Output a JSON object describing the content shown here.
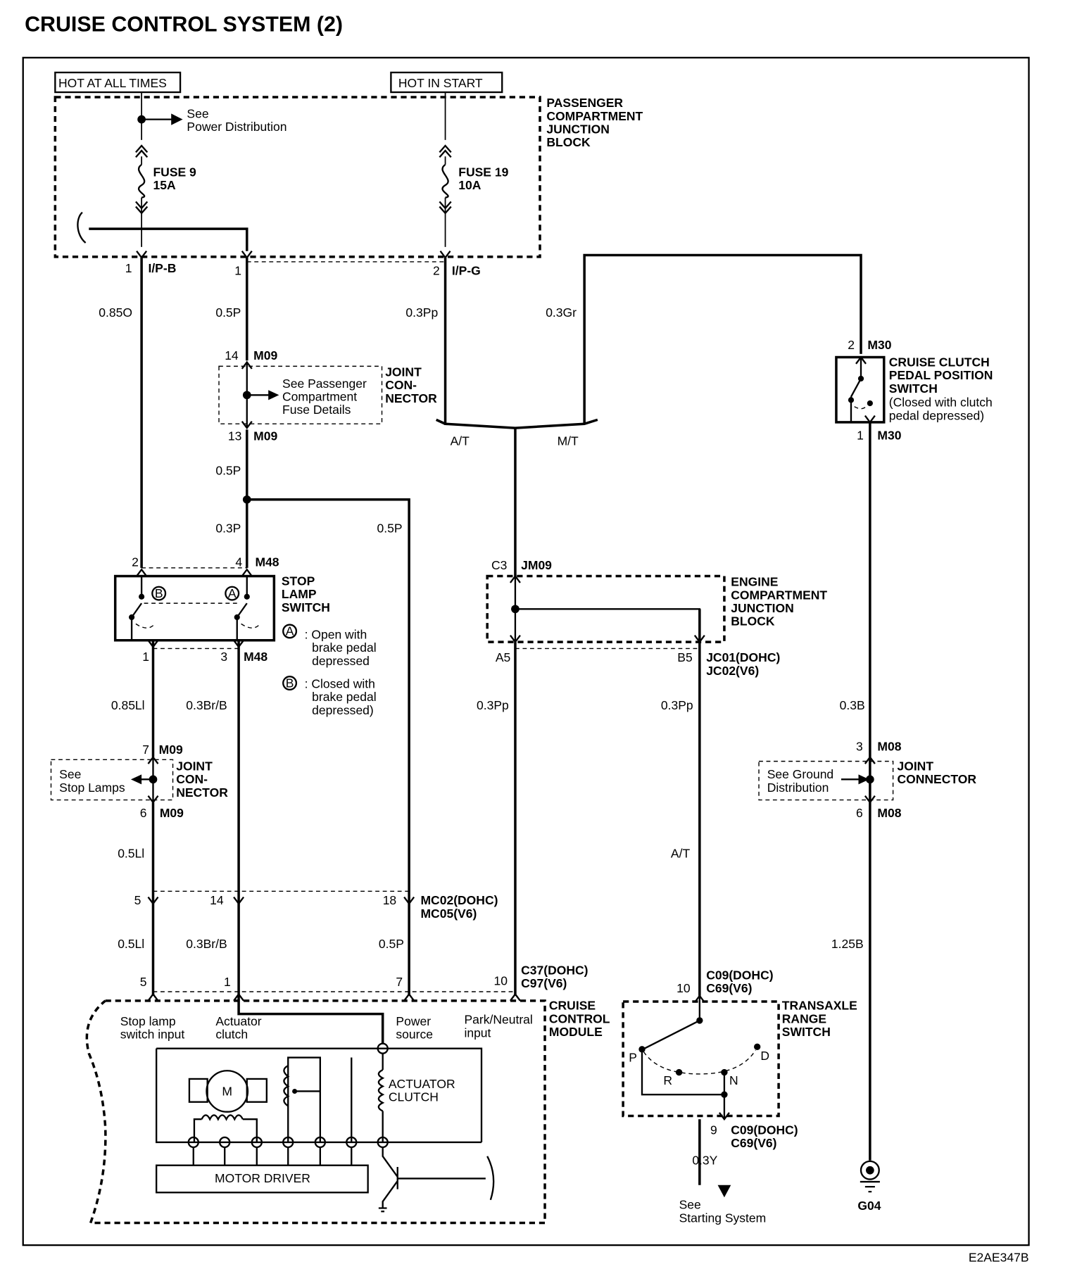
{
  "title": "CRUISE CONTROL SYSTEM (2)",
  "code": "E2AE347B",
  "sources": {
    "hot_always": "HOT AT ALL TIMES",
    "hot_start": "HOT IN START"
  },
  "pcjb": {
    "label": [
      "PASSENGER",
      "COMPARTMENT",
      "JUNCTION",
      "BLOCK"
    ],
    "see": [
      "See",
      "Power Distribution"
    ],
    "fuse9": [
      "FUSE 9",
      "15A"
    ],
    "fuse19": [
      "FUSE 19",
      "10A"
    ]
  },
  "pins": {
    "p1a": "1",
    "ipb": "I/P-B",
    "p1b": "1",
    "p2": "2",
    "ipg": "I/P-G"
  },
  "wires": {
    "w085o": "0.85O",
    "w05p_a": "0.5P",
    "w03pp_a": "0.3Pp",
    "w03gr": "0.3Gr",
    "w05p_b": "0.5P",
    "w03p": "0.3P",
    "w05p_c": "0.5P",
    "w085ll": "0.85Ll",
    "w03brb_a": "0.3Br/B",
    "w03pp_b": "0.3Pp",
    "w03pp_c": "0.3Pp",
    "w03b": "0.3B",
    "w05ll_a": "0.5Ll",
    "at_wire": "A/T",
    "w05ll_b": "0.5Ll",
    "w03brb_b": "0.3Br/B",
    "w05p_d": "0.5P",
    "w125b": "1.25B",
    "w03y": "0.3Y"
  },
  "jc1": {
    "pin_top": "14",
    "conn_top": "M09",
    "pin_bot": "13",
    "conn_bot": "M09",
    "see": [
      "See Passenger",
      "Compartment",
      "Fuse Details"
    ],
    "label": [
      "JOINT",
      "CON-",
      "NECTOR"
    ]
  },
  "stop_lamp": {
    "pin2": "2",
    "pin4": "4",
    "conn_top": "M48",
    "label": [
      "STOP",
      "LAMP",
      "SWITCH"
    ],
    "pin1": "1",
    "pin3": "3",
    "conn_bot": "M48",
    "a": "A",
    "b": "B",
    "note_a": [
      ": Open with",
      "brake pedal",
      "depressed"
    ],
    "note_b": [
      ": Closed with",
      "brake pedal",
      "depressed)"
    ]
  },
  "jc2": {
    "pin_top": "7",
    "conn_top": "M09",
    "pin_bot": "6",
    "conn_bot": "M09",
    "see": [
      "See",
      "Stop Lamps"
    ],
    "label": [
      "JOINT",
      "CON-",
      "NECTOR"
    ]
  },
  "mc": {
    "p5": "5",
    "p14": "14",
    "p18": "18",
    "conn": [
      "MC02(DOHC)",
      "MC05(V6)"
    ]
  },
  "at_mt": {
    "at": "A/T",
    "mt": "M/T"
  },
  "ecjb": {
    "c3": "C3",
    "jm09": "JM09",
    "label": [
      "ENGINE",
      "COMPARTMENT",
      "JUNCTION",
      "BLOCK"
    ],
    "a5": "A5",
    "b5": "B5",
    "conn": [
      "JC01(DOHC)",
      "JC02(V6)"
    ]
  },
  "clutch_sw": {
    "pin2": "2",
    "conn_top": "M30",
    "label": [
      "CRUISE CLUTCH",
      "PEDAL POSITION",
      "SWITCH"
    ],
    "note": [
      "(Closed with clutch",
      "pedal depressed)"
    ],
    "pin1": "1",
    "conn_bot": "M30"
  },
  "jc3": {
    "pin_top": "3",
    "conn_top": "M08",
    "pin_bot": "6",
    "conn_bot": "M08",
    "see": [
      "See Ground",
      "Distribution"
    ],
    "label": [
      "JOINT",
      "CONNECTOR"
    ]
  },
  "ccm": {
    "p5": "5",
    "p1": "1",
    "p7": "7",
    "p10": "10",
    "conn": [
      "C37(DOHC)",
      "C97(V6)"
    ],
    "label": [
      "CRUISE",
      "CONTROL",
      "MODULE"
    ],
    "in1": [
      "Stop lamp",
      "switch input"
    ],
    "in2": [
      "Actuator",
      "clutch"
    ],
    "in3": [
      "Power",
      "source"
    ],
    "in4": [
      "Park/Neutral",
      "input"
    ],
    "motor": "M",
    "clutch": [
      "ACTUATOR",
      "CLUTCH"
    ],
    "driver": "MOTOR DRIVER"
  },
  "trs": {
    "p10": "10",
    "conn_top": [
      "C09(DOHC)",
      "C69(V6)"
    ],
    "label": [
      "TRANSAXLE",
      "RANGE",
      "SWITCH"
    ],
    "P": "P",
    "R": "R",
    "N": "N",
    "D": "D",
    "p9": "9",
    "conn_bot": [
      "C09(DOHC)",
      "C69(V6)"
    ],
    "see": [
      "See",
      "Starting System"
    ]
  },
  "ground": "G04"
}
